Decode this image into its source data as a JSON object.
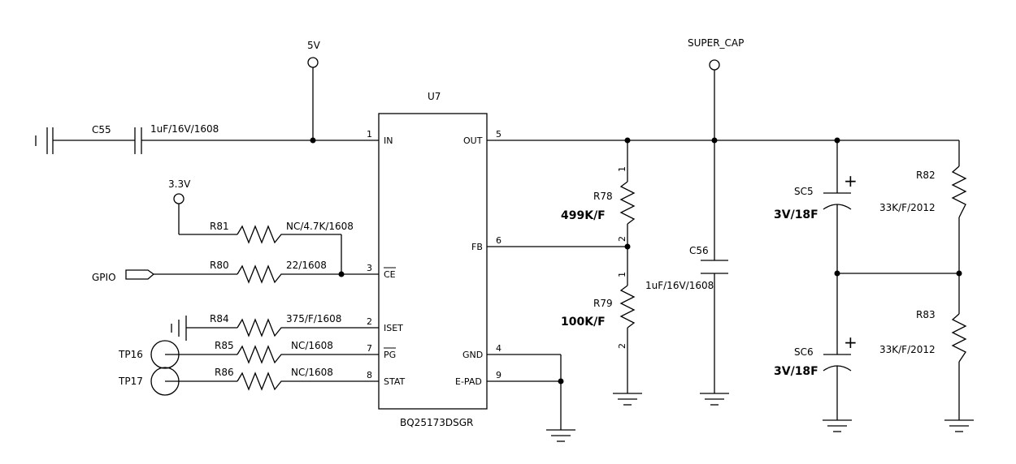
{
  "ic": {
    "ref": "U7",
    "part": "BQ25173DSGR",
    "pins": {
      "in": {
        "num": "1",
        "name": "IN"
      },
      "ce": {
        "num": "3",
        "name": "CE"
      },
      "iset": {
        "num": "2",
        "name": "ISET"
      },
      "pg": {
        "num": "7",
        "name": "PG"
      },
      "stat": {
        "num": "8",
        "name": "STAT"
      },
      "out": {
        "num": "5",
        "name": "OUT"
      },
      "fb": {
        "num": "6",
        "name": "FB"
      },
      "gnd": {
        "num": "4",
        "name": "GND"
      },
      "epad": {
        "num": "9",
        "name": "E-PAD"
      }
    }
  },
  "rails": {
    "v5": "5V",
    "v33": "3.3V",
    "super_cap": "SUPER_CAP"
  },
  "gpio": "GPIO",
  "test_points": {
    "tp16": "TP16",
    "tp17": "TP17"
  },
  "components": {
    "c55": {
      "ref": "C55",
      "value": "1uF/16V/1608"
    },
    "c56": {
      "ref": "C56",
      "value": "1uF/16V/1608"
    },
    "r81": {
      "ref": "R81",
      "value": "NC/4.7K/1608"
    },
    "r80": {
      "ref": "R80",
      "value": "22/1608"
    },
    "r84": {
      "ref": "R84",
      "value": "375/F/1608"
    },
    "r85": {
      "ref": "R85",
      "value": "NC/1608"
    },
    "r86": {
      "ref": "R86",
      "value": "NC/1608"
    },
    "r78": {
      "ref": "R78",
      "value": "499K/F",
      "pin_top": "1",
      "pin_bottom": "2"
    },
    "r79": {
      "ref": "R79",
      "value": "100K/F",
      "pin_top": "1",
      "pin_bottom": "2"
    },
    "r82": {
      "ref": "R82",
      "value": "33K/F/2012"
    },
    "r83": {
      "ref": "R83",
      "value": "33K/F/2012"
    },
    "sc5": {
      "ref": "SC5",
      "value": "3V/18F",
      "polarity": "+"
    },
    "sc6": {
      "ref": "SC6",
      "value": "3V/18F",
      "polarity": "+"
    }
  },
  "colors": {
    "wire": "#000000",
    "background": "#ffffff"
  }
}
